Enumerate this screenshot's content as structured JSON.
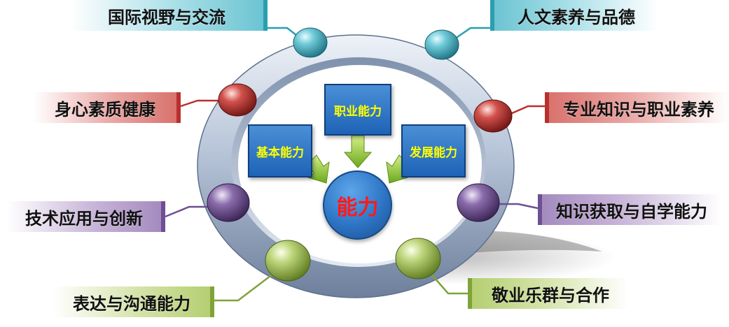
{
  "center": {
    "label": "能力"
  },
  "inner_boxes": {
    "professional": "职业能力",
    "basic": "基本能力",
    "development": "发展能力"
  },
  "outer_labels": {
    "international_vision": "国际视野与交流",
    "humanities": "人文素养与品德",
    "health": "身心素质健康",
    "professional_knowledge": "专业知识与职业素养",
    "technology_innovation": "技术应用与创新",
    "knowledge_acquisition": "知识获取与自学能力",
    "communication": "表达与沟通能力",
    "teamwork": "敬业乐群与合作"
  },
  "colors": {
    "teal": "#3aa6b6",
    "red": "#b63330",
    "purple": "#6a4c8c",
    "green": "#98b84a",
    "box_blue": "#2d74c4",
    "box_text": "#ffff00",
    "center_text": "#ff1a1a",
    "arrow_green": "#8cc63f"
  }
}
